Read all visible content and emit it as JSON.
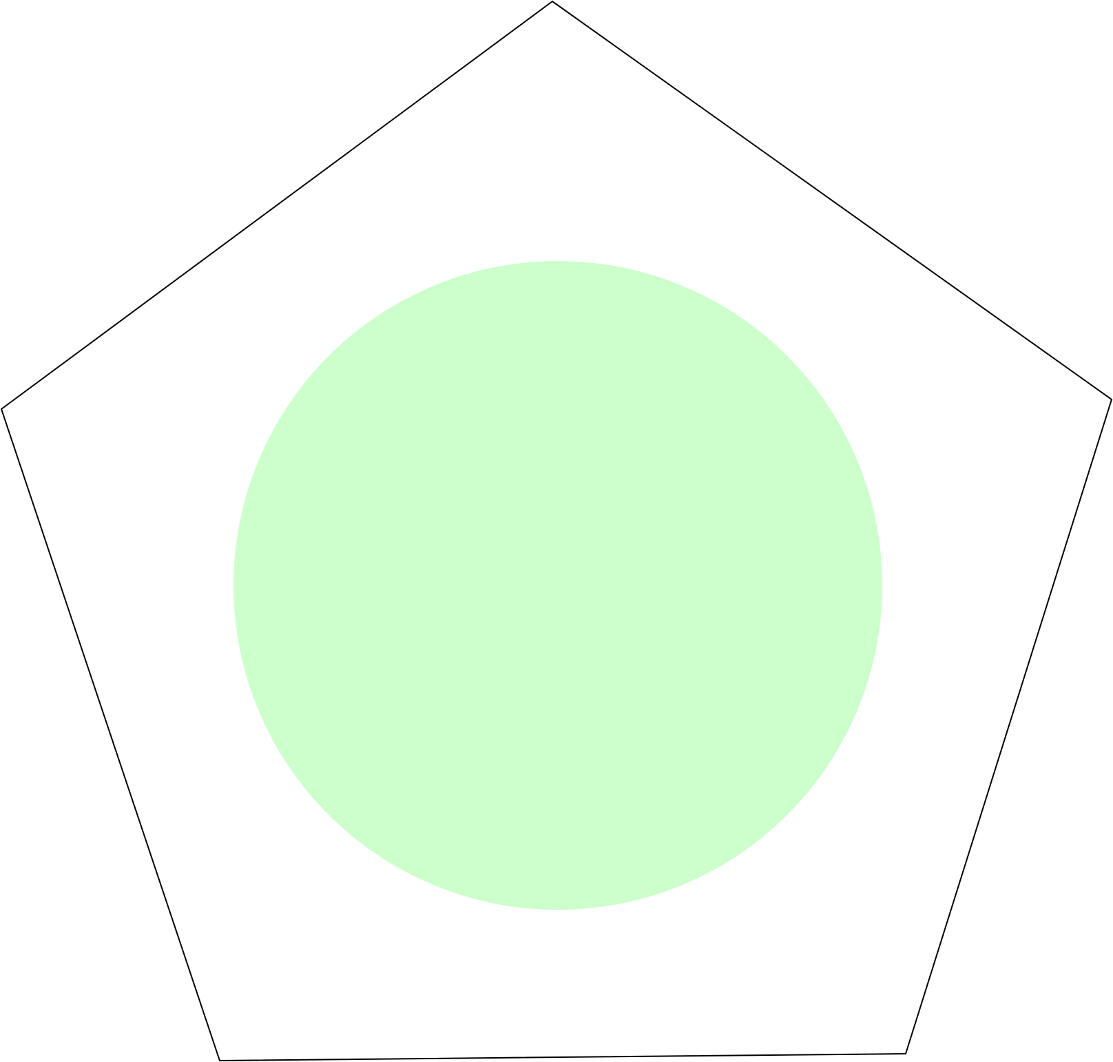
{
  "diagram": {
    "shapes": [
      {
        "kind": "pentagon",
        "fill": "none",
        "stroke": "#000000"
      },
      {
        "kind": "circle",
        "fill": "#ccffcc",
        "stroke": "none"
      }
    ]
  }
}
